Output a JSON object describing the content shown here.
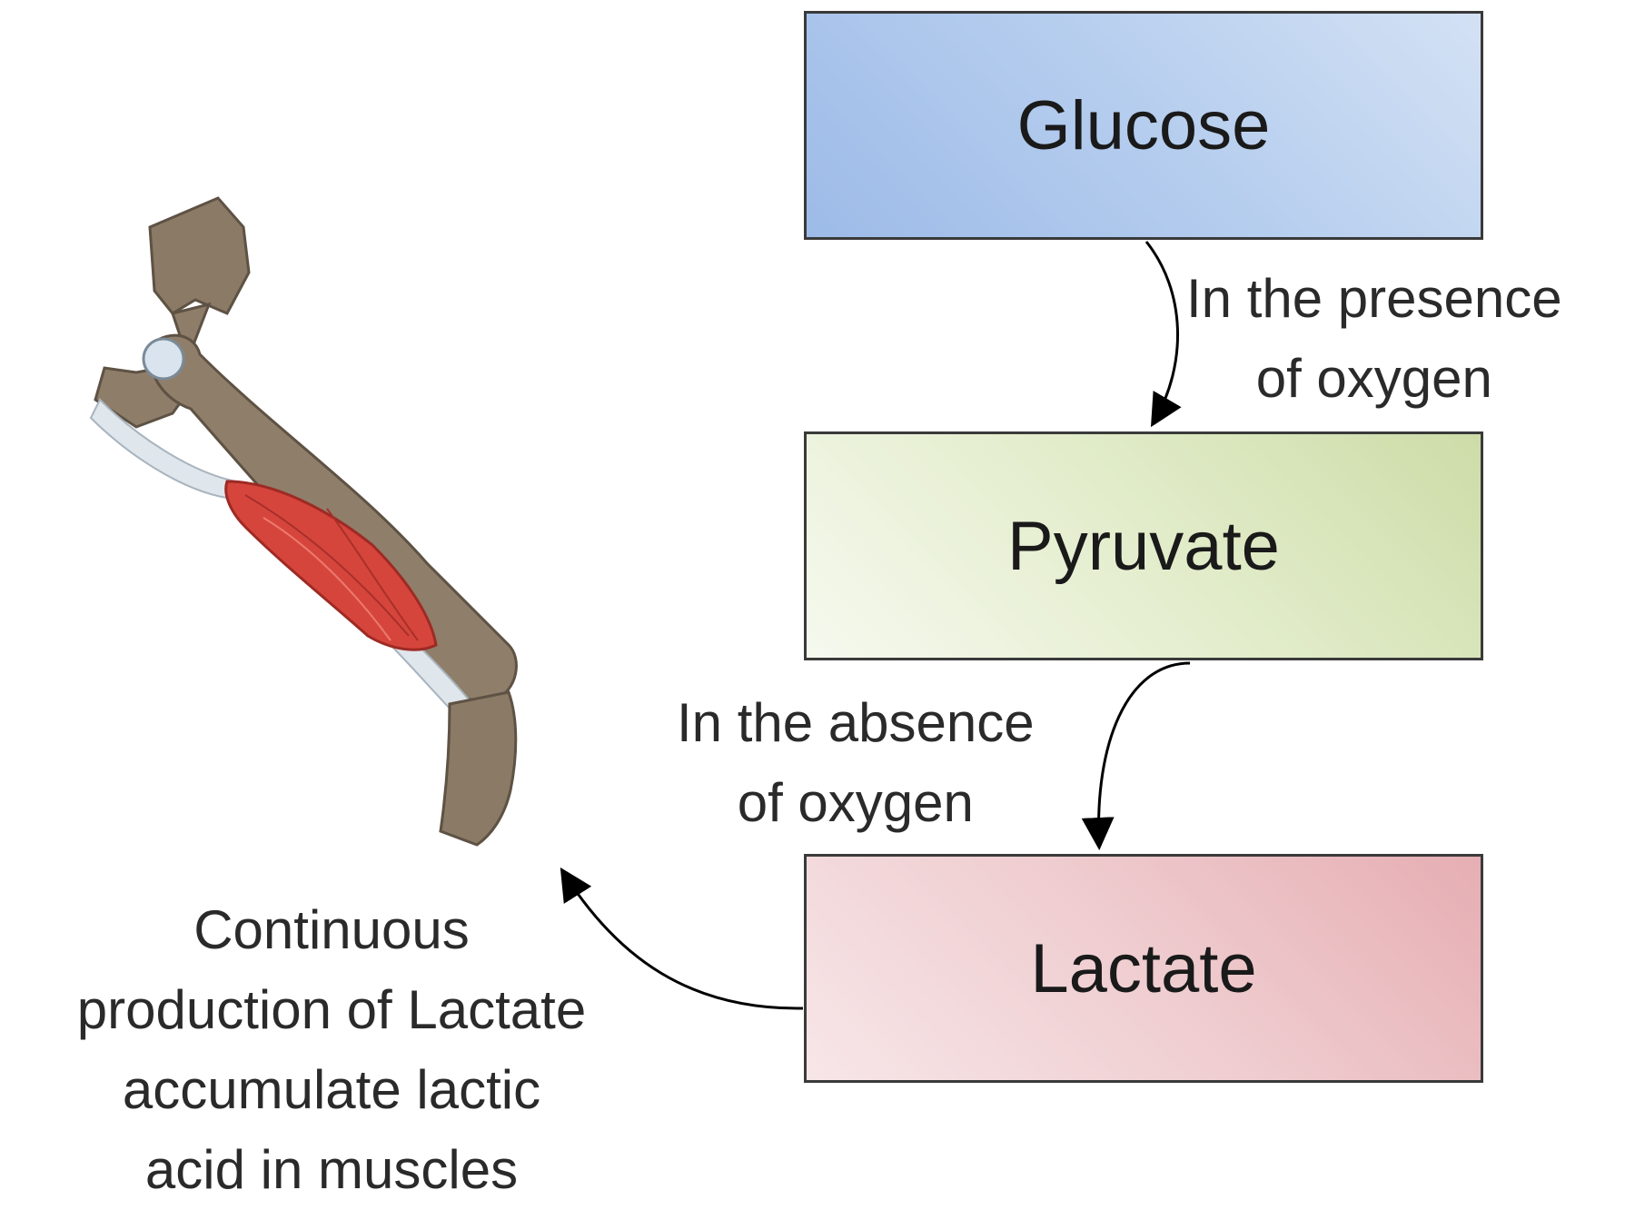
{
  "diagram": {
    "boxes": {
      "glucose": "Glucose",
      "pyruvate": "Pyruvate",
      "lactate": "Lactate"
    },
    "edges": {
      "presence": [
        "In the presence",
        "of oxygen"
      ],
      "absence": [
        "In the absence",
        "of oxygen"
      ]
    },
    "caption": [
      "Continuous",
      "production of Lactate",
      "accumulate lactic",
      "acid in muscles"
    ],
    "illustration": "leg-muscle-icon",
    "colors": {
      "glucose": "#b5cdee",
      "pyruvate": "#e3edcc",
      "lactate": "#efcdd0",
      "muscle": "#d6453c",
      "bone": "#8c7b67"
    }
  }
}
